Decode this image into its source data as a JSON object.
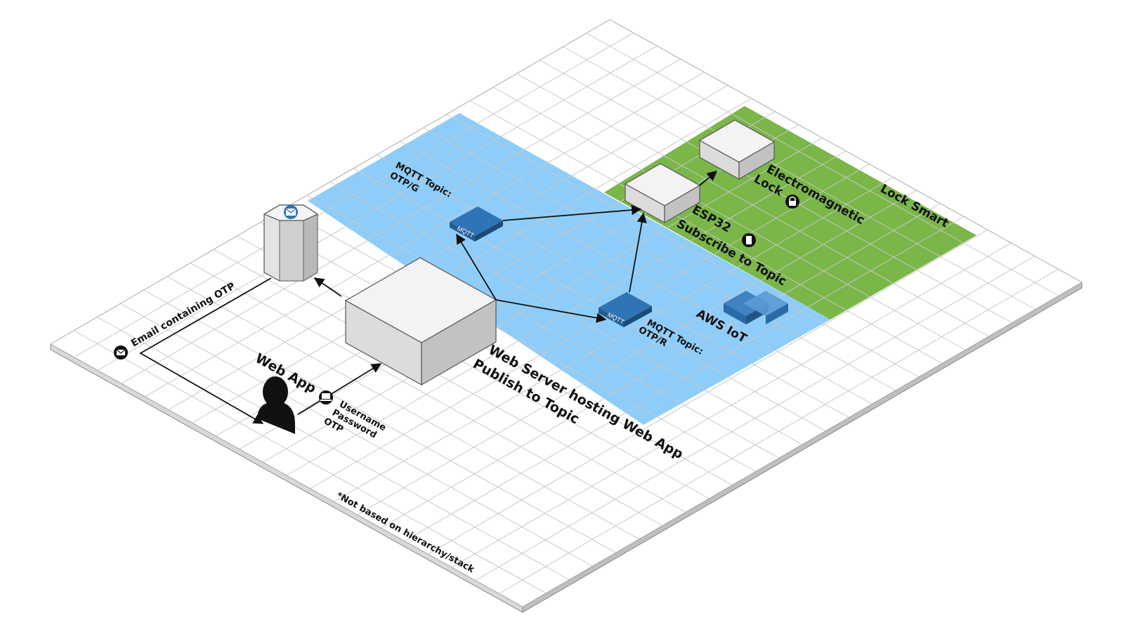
{
  "labels": {
    "mqtt_g_line1": "MQTT Topic:",
    "mqtt_g_line2": "OTP/G",
    "mqtt_r_line1": "MQTT Topic:",
    "mqtt_r_line2": "OTP/R",
    "aws_iot": "AWS IoT",
    "lock_smart": "Lock Smart",
    "electromagnetic_line1": "Electromagnetic",
    "electromagnetic_line2": "Lock",
    "esp32_line1": "ESP32",
    "esp32_line2": "Subscribe to Topic",
    "webserver_line1": "Web Server hosting Web App",
    "webserver_line2": "Publish to Topic",
    "email": "Email containing OTP",
    "webapp": "Web App",
    "creds_line1": "Username",
    "creds_line2": "Password",
    "creds_line3": "OTP",
    "mqtt_badge": "MQTT",
    "footnote": "*Not based on hierarchy/stack"
  },
  "colors": {
    "aws_region": "#8ecdf9",
    "smart_lock_region": "#7ab648",
    "grid": "#c8c8c8",
    "mqtt_icon": "#2f74b5",
    "aws_icon": "#3f83c2"
  },
  "icons": {
    "email_store": "mail-server-icon",
    "web_app_user": "user-icon",
    "mqtt_topic": "mqtt-icon",
    "aws_iot": "aws-iot-icon",
    "esp32": "chip-icon",
    "lock": "padlock-icon",
    "laptop": "laptop-icon",
    "mail": "envelope-icon"
  }
}
